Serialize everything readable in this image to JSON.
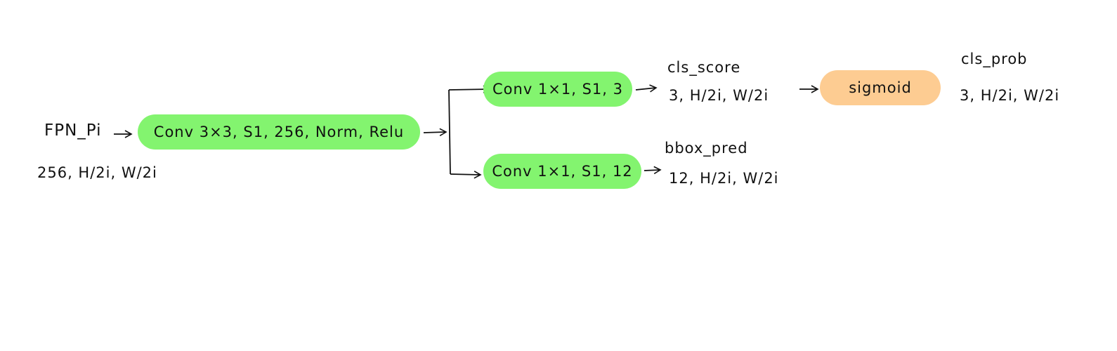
{
  "colors": {
    "conv_fill": "#83f46f",
    "sigmoid_fill": "#fdcc92",
    "stroke": "#111111"
  },
  "input": {
    "name": "FPN_Pi",
    "shape": "256, H/2i, W/2i"
  },
  "nodes": {
    "head_conv": "Conv 3×3, S1, 256, Norm, Relu",
    "cls_conv": "Conv 1×1, S1, 3",
    "bbox_conv": "Conv 1×1, S1, 12",
    "sigmoid": "sigmoid"
  },
  "outputs": {
    "cls_score": {
      "name": "cls_score",
      "shape": "3, H/2i, W/2i"
    },
    "bbox_pred": {
      "name": "bbox_pred",
      "shape": "12, H/2i, W/2i"
    },
    "cls_prob": {
      "name": "cls_prob",
      "shape": "3, H/2i, W/2i"
    }
  }
}
